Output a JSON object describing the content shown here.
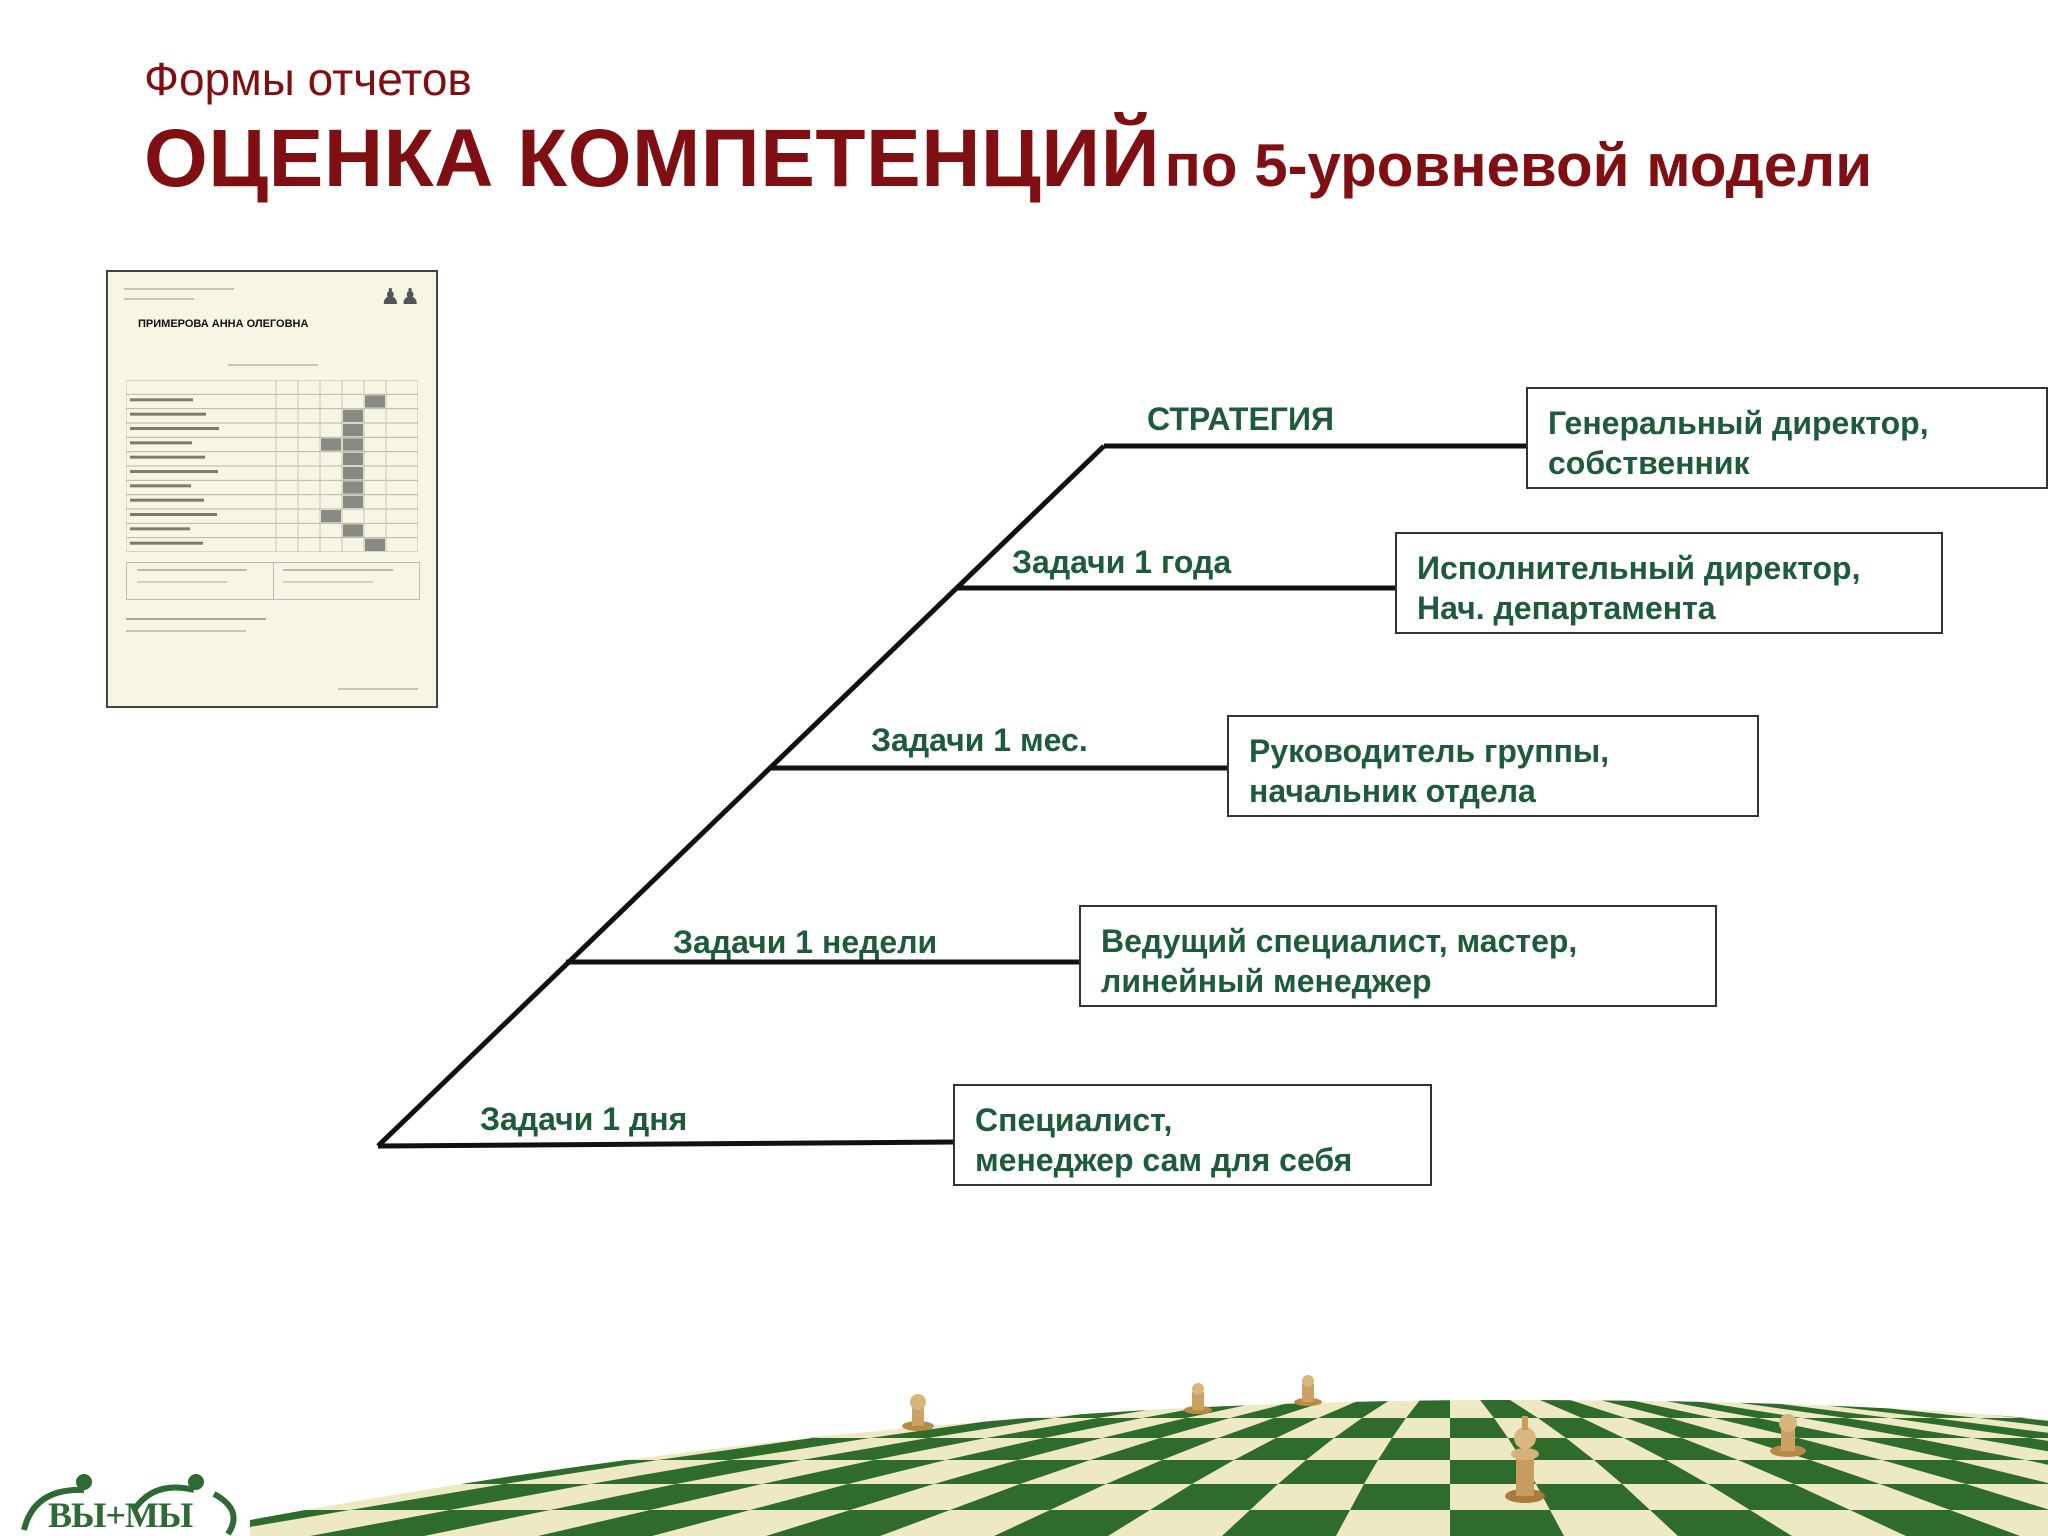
{
  "header": {
    "subtitle": "Формы отчетов",
    "title_main": "ОЦЕНКА КОМПЕТЕНЦИЙ",
    "title_rest": "по 5-уровневой модели"
  },
  "report_thumbnail": {
    "person_name": "ПРИМЕРОВА АННА ОЛЕГОВНА"
  },
  "levels": [
    {
      "label": "СТРАТЕГИЯ",
      "role_lines": [
        "Генеральный директор,",
        "собственник"
      ]
    },
    {
      "label": "Задачи 1 года",
      "role_lines": [
        "Исполнительный директор,",
        "Нач. департамента"
      ]
    },
    {
      "label": "Задачи 1 мес.",
      "role_lines": [
        "Руководитель группы,",
        "начальник отдела"
      ]
    },
    {
      "label": "Задачи 1 недели",
      "role_lines": [
        "Ведущий специалист, мастер,",
        "линейный менеджер"
      ]
    },
    {
      "label": "Задачи 1 дня",
      "role_lines": [
        "Специалист,",
        "менеджер сам для себя"
      ]
    }
  ],
  "logo": {
    "text": "ВЫ+МЫ"
  },
  "colors": {
    "title": "#7f0f12",
    "label_text": "#1d5b3a",
    "board_dark": "#2f6b2a",
    "board_light": "#ece9c4"
  }
}
